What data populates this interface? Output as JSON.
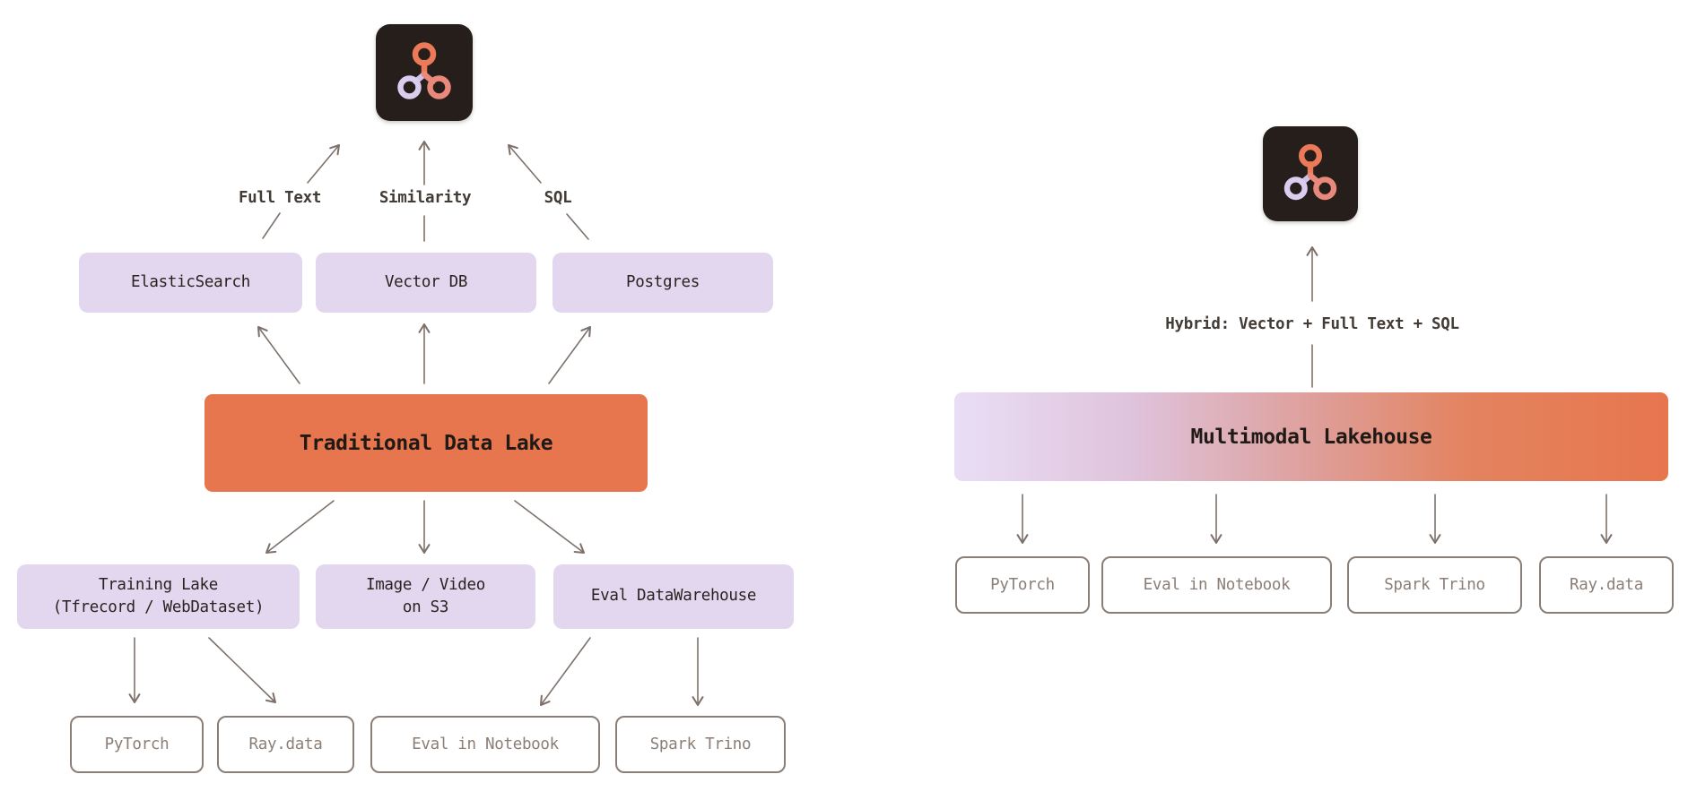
{
  "left": {
    "lake_title": "Traditional Data Lake",
    "query_labels": {
      "full_text": "Full Text",
      "similarity": "Similarity",
      "sql": "SQL"
    },
    "engines": {
      "elasticsearch": "ElasticSearch",
      "vector_db": "Vector DB",
      "postgres": "Postgres"
    },
    "storage": {
      "training_lake": {
        "line1": "Training Lake",
        "line2": "(Tfrecord / WebDataset)"
      },
      "image_video": {
        "line1": "Image / Video",
        "line2": "on S3"
      },
      "eval_dw": {
        "line1": "Eval DataWarehouse"
      }
    },
    "consumers": {
      "pytorch": "PyTorch",
      "ray_data": "Ray.data",
      "eval_notebook": "Eval in Notebook",
      "spark_trino": "Spark Trino"
    }
  },
  "right": {
    "lake_title": "Multimodal Lakehouse",
    "query_label": "Hybrid: Vector + Full Text + SQL",
    "consumers": {
      "pytorch": "PyTorch",
      "eval_notebook": "Eval in Notebook",
      "spark_trino": "Spark Trino",
      "ray_data": "Ray.data"
    }
  },
  "colors": {
    "purple_box": "#e3d7f0",
    "orange_box": "#e7764e",
    "gradient_left": "#e9def5",
    "gradient_right": "#e7764e",
    "icon_background": "#251e1b",
    "logo_orange": "#ec7a58",
    "logo_lavender": "#d9cdf0",
    "logo_salmon": "#e9897b",
    "outline_gray": "#8b7e76",
    "arrow_gray": "#7d726b",
    "label_text": "#433c36",
    "title_text": "#201a16"
  }
}
